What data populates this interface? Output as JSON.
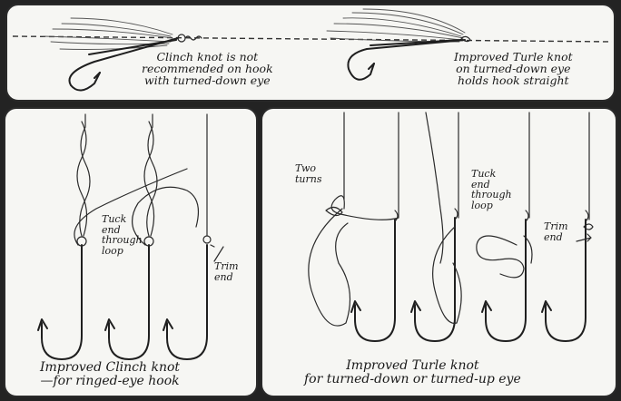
{
  "top_panel": {
    "clinch_caption": [
      "Clinch knot is not",
      "recommended on hook",
      "with turned-down eye"
    ],
    "turle_caption": [
      "Improved Turle knot",
      "on turned-down eye",
      "holds hook straight"
    ]
  },
  "left_panel": {
    "tuck_label": [
      "Tuck",
      "end",
      "through",
      "loop"
    ],
    "trim_label": [
      "Trim",
      "end"
    ],
    "caption": [
      "Improved Clinch knot",
      "—for ringed-eye hook"
    ]
  },
  "right_panel": {
    "two_turns_label": [
      "Two",
      "turns"
    ],
    "tuck_label": [
      "Tuck",
      "end",
      "through",
      "loop"
    ],
    "trim_label": [
      "Trim",
      "end"
    ],
    "caption": [
      "Improved Turle knot",
      "for turned-down or turned-up eye"
    ]
  }
}
